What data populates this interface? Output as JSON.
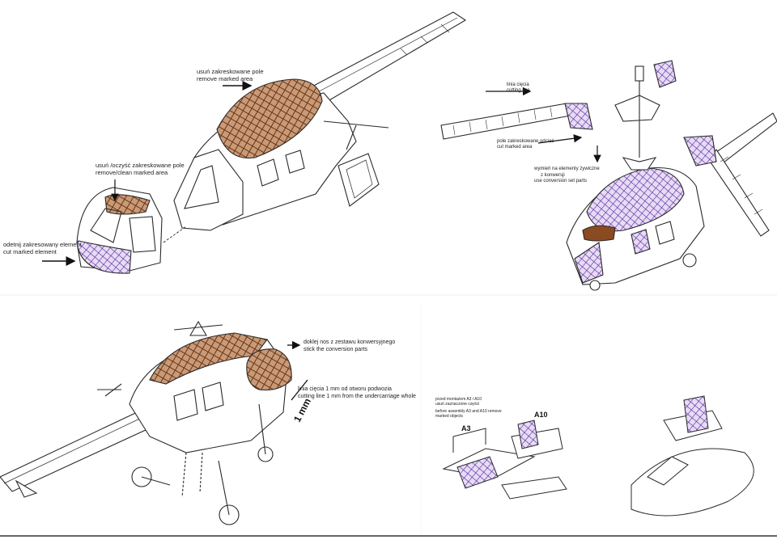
{
  "panels": {
    "top_left": {
      "remove_area": {
        "pl": "usuń zakreskowane pole",
        "en": "remove marked area"
      },
      "remove_clean": {
        "pl": "usuń /oczyść zakreskowane pole",
        "en": "remove/clean marked area"
      },
      "cut_element": {
        "pl": "odetnij zakresowany element",
        "en": "cut marked element"
      }
    },
    "top_right": {
      "cutting_line": {
        "pl": "linia cięcia",
        "en": "cutting line"
      },
      "cut_area": {
        "pl": "pole zakreskowane odciać",
        "en": "cut marked area"
      },
      "replace_parts": {
        "pl1": "wymień na elementy żywiczne",
        "pl2": "z konwersji",
        "en": "use conversion set parts"
      }
    },
    "bottom_left": {
      "stick_nose": {
        "pl": "doklej nos z zestawu konwersyjnego",
        "en": "stick the conversion parts"
      },
      "cutting_1mm": {
        "pl": "linia cięcia 1 mm od otworu podwozia",
        "en": "cutting line 1 mm from the undercarriage whole"
      },
      "mm_label": "1 mm"
    },
    "bottom_right": {
      "before_assembly": {
        "pl1": "przed montażem A3 i A10",
        "pl2": "usuń zaznaczone części",
        "en1": "before assembly  A3 and A10 remove",
        "en2": "marked objects"
      },
      "part_a3": "A3",
      "part_a10": "A10"
    }
  },
  "colors": {
    "brown_hatch": "#8a4a22",
    "purple_hatch": "#6a2aa8",
    "line": "#2a2a2a"
  }
}
